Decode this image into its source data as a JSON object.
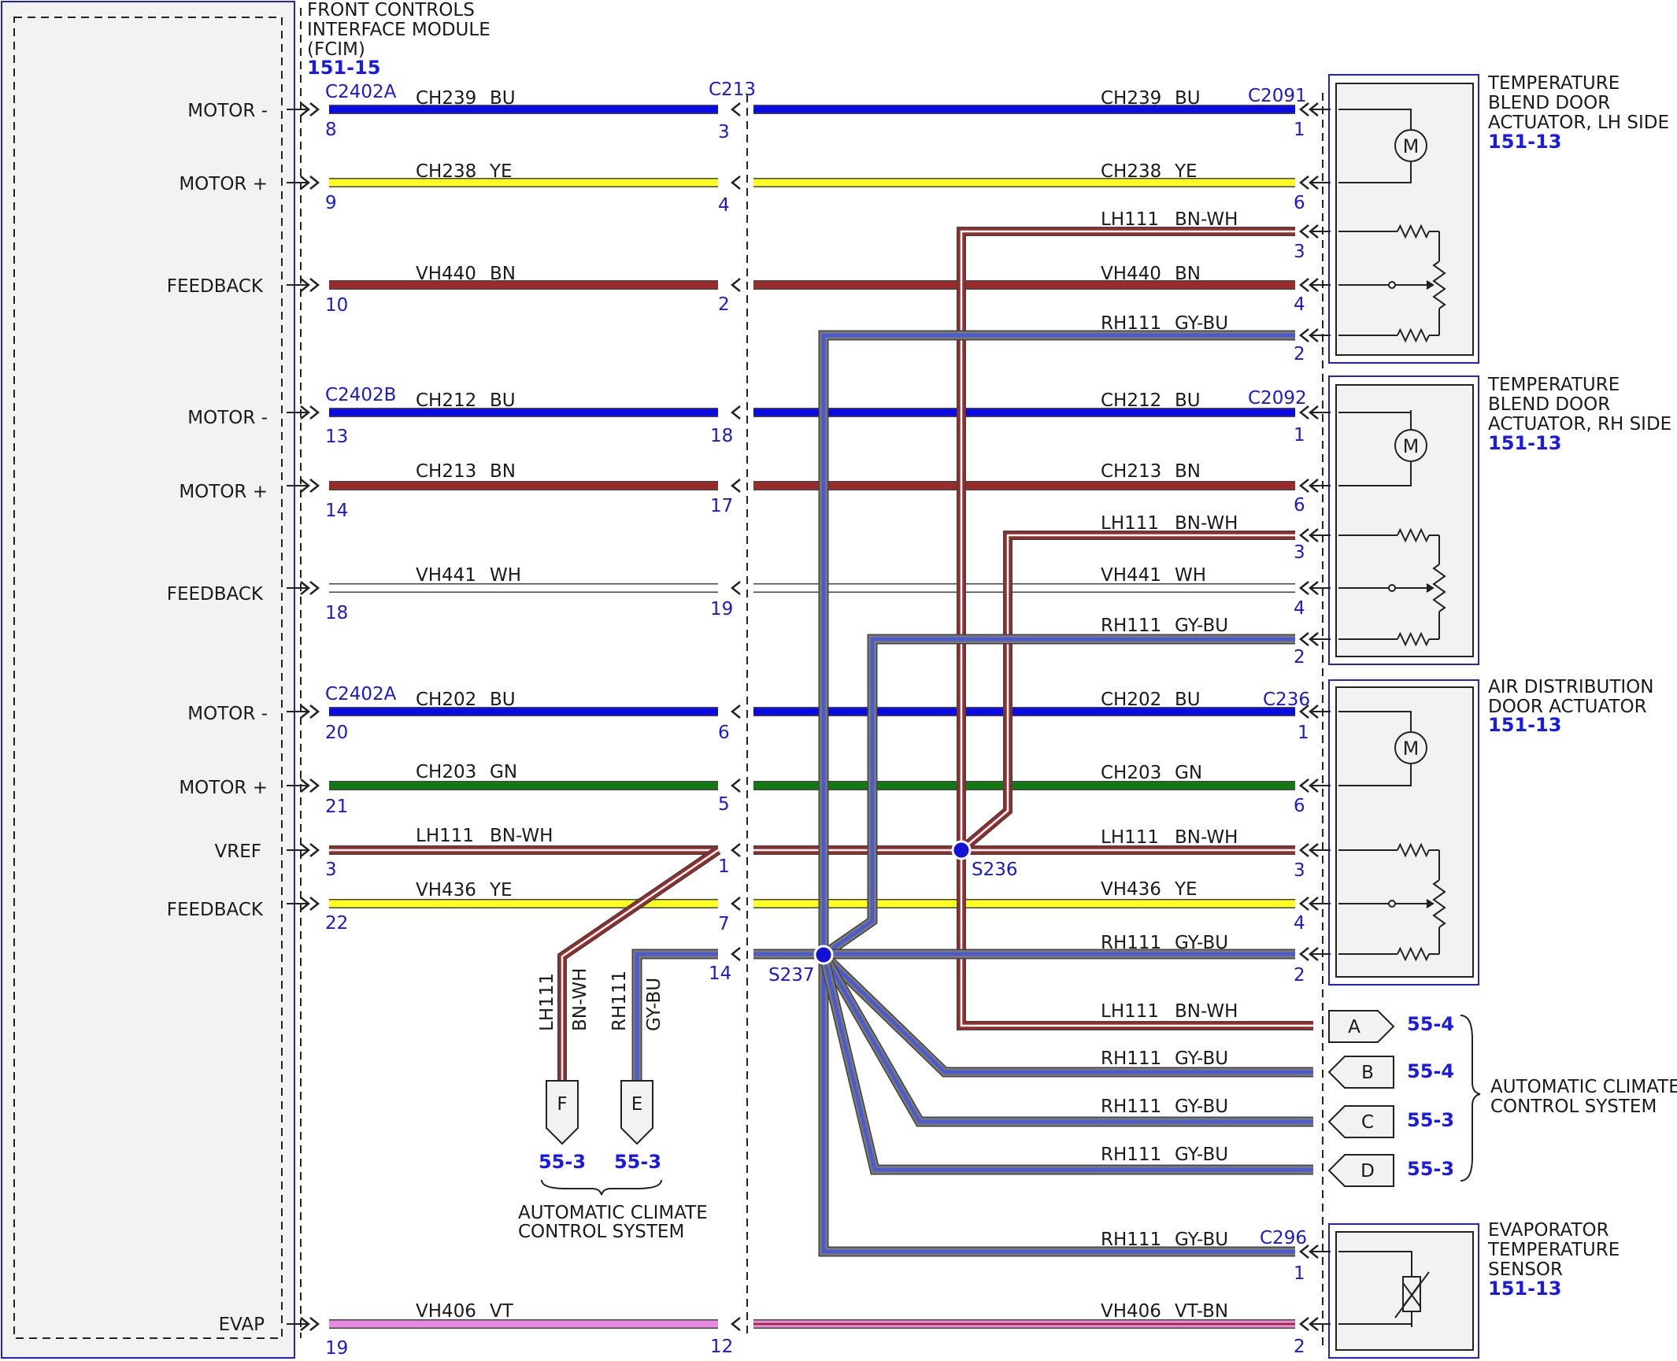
{
  "fcim": {
    "title_lines": [
      "FRONT CONTROLS",
      "INTERFACE MODULE",
      "(FCIM)"
    ],
    "ref": "151-15",
    "pins": [
      {
        "label": "MOTOR -",
        "pin": "8"
      },
      {
        "label": "MOTOR +",
        "pin": "9"
      },
      {
        "label": "FEEDBACK",
        "pin": "10"
      },
      {
        "label": "MOTOR -",
        "pin": "13"
      },
      {
        "label": "MOTOR +",
        "pin": "14"
      },
      {
        "label": "FEEDBACK",
        "pin": "18"
      },
      {
        "label": "MOTOR -",
        "pin": "20"
      },
      {
        "label": "MOTOR +",
        "pin": "21"
      },
      {
        "label": "VREF",
        "pin": "3"
      },
      {
        "label": "FEEDBACK",
        "pin": "22"
      },
      {
        "label": "EVAP",
        "pin": "19"
      }
    ],
    "connectors": [
      "C2402A",
      "C2402B",
      "C2402A"
    ]
  },
  "inline_connector": {
    "name": "C213",
    "pins": [
      "3",
      "4",
      "2",
      "18",
      "17",
      "19",
      "6",
      "5",
      "1",
      "7",
      "14",
      "12"
    ]
  },
  "wires_left": [
    {
      "circuit": "CH239",
      "color_code": "BU",
      "color": "#0a0ae6"
    },
    {
      "circuit": "CH238",
      "color_code": "YE",
      "color": "#ffff22"
    },
    {
      "circuit": "VH440",
      "color_code": "BN",
      "color": "#9b2a2a"
    },
    {
      "circuit": "CH212",
      "color_code": "BU",
      "color": "#0a0ae6"
    },
    {
      "circuit": "CH213",
      "color_code": "BN",
      "color": "#9b2a2a"
    },
    {
      "circuit": "VH441",
      "color_code": "WH",
      "color": "#ffffff"
    },
    {
      "circuit": "CH202",
      "color_code": "BU",
      "color": "#0a0ae6"
    },
    {
      "circuit": "CH203",
      "color_code": "GN",
      "color": "#127a12"
    },
    {
      "circuit": "LH111",
      "color_code": "BN-WH",
      "color": "#9b2a2a"
    },
    {
      "circuit": "VH436",
      "color_code": "YE",
      "color": "#ffff22"
    },
    {
      "circuit": "VH406",
      "color_code": "VT",
      "color": "#e98ae0"
    }
  ],
  "wires_right": [
    {
      "circuit": "CH239",
      "color_code": "BU",
      "pin": "1"
    },
    {
      "circuit": "CH238",
      "color_code": "YE",
      "pin": "6"
    },
    {
      "circuit": "LH111",
      "color_code": "BN-WH",
      "pin": "3"
    },
    {
      "circuit": "VH440",
      "color_code": "BN",
      "pin": "4"
    },
    {
      "circuit": "RH111",
      "color_code": "GY-BU",
      "pin": "2"
    },
    {
      "circuit": "CH212",
      "color_code": "BU",
      "pin": "1"
    },
    {
      "circuit": "CH213",
      "color_code": "BN",
      "pin": "6"
    },
    {
      "circuit": "LH111",
      "color_code": "BN-WH",
      "pin": "3"
    },
    {
      "circuit": "VH441",
      "color_code": "WH",
      "pin": "4"
    },
    {
      "circuit": "RH111",
      "color_code": "GY-BU",
      "pin": "2"
    },
    {
      "circuit": "CH202",
      "color_code": "BU",
      "pin": "1"
    },
    {
      "circuit": "CH203",
      "color_code": "GN",
      "pin": "6"
    },
    {
      "circuit": "LH111",
      "color_code": "BN-WH",
      "pin": "3"
    },
    {
      "circuit": "VH436",
      "color_code": "YE",
      "pin": "4"
    },
    {
      "circuit": "RH111",
      "color_code": "GY-BU",
      "pin": "2"
    },
    {
      "circuit": "RH111",
      "color_code": "GY-BU",
      "pin": "1"
    },
    {
      "circuit": "VH406",
      "color_code": "VT-BN",
      "pin": "2"
    }
  ],
  "branch_wires": [
    {
      "circuit": "LH111",
      "color_code": "BN-WH",
      "tag": "A",
      "ref": "55-4"
    },
    {
      "circuit": "RH111",
      "color_code": "GY-BU",
      "tag": "B",
      "ref": "55-4"
    },
    {
      "circuit": "RH111",
      "color_code": "GY-BU",
      "tag": "C",
      "ref": "55-3"
    },
    {
      "circuit": "RH111",
      "color_code": "GY-BU",
      "tag": "D",
      "ref": "55-3"
    }
  ],
  "down_wires": [
    {
      "circuit": "LH111",
      "color_code": "BN-WH",
      "tag": "F",
      "ref": "55-3"
    },
    {
      "circuit": "RH111",
      "color_code": "GY-BU",
      "tag": "E",
      "ref": "55-3"
    }
  ],
  "splices": [
    "S236",
    "S237"
  ],
  "components": [
    {
      "name_lines": [
        "TEMPERATURE",
        "BLEND DOOR",
        "ACTUATOR, LH SIDE"
      ],
      "ref": "151-13",
      "connector": "C2091"
    },
    {
      "name_lines": [
        "TEMPERATURE",
        "BLEND DOOR",
        "ACTUATOR, RH SIDE"
      ],
      "ref": "151-13",
      "connector": "C2092"
    },
    {
      "name_lines": [
        "AIR DISTRIBUTION",
        "DOOR ACTUATOR"
      ],
      "ref": "151-13",
      "connector": "C236"
    },
    {
      "name_lines": [
        "EVAPORATOR",
        "TEMPERATURE",
        "SENSOR"
      ],
      "ref": "151-13",
      "connector": "C296"
    }
  ],
  "system_labels": {
    "right": [
      "AUTOMATIC CLIMATE",
      "CONTROL SYSTEM"
    ],
    "bottom": [
      "AUTOMATIC CLIMATE",
      "CONTROL SYSTEM"
    ]
  },
  "palette": {
    "blue": "#0a0ae6",
    "yellow": "#ffff22",
    "brown": "#9b2a2a",
    "green": "#127a12",
    "violet": "#e98ae0",
    "gray_blue_outer": "#777777",
    "gray_blue_inner": "#4a5ad6",
    "ref_text": "#1a1ae6"
  }
}
